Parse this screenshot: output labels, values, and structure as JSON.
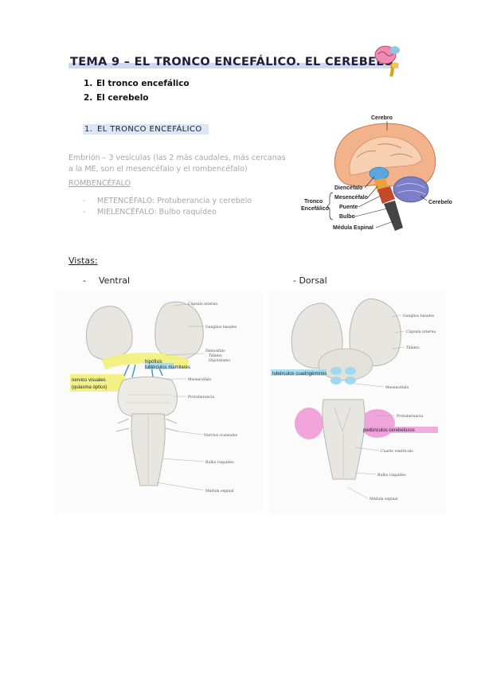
{
  "header": {
    "title": "TEMA 9 – EL TRONCO ENCEFÁLICO. EL CEREBELO."
  },
  "toc": [
    {
      "num": "1.",
      "label": "El tronco encefálico"
    },
    {
      "num": "2.",
      "label": "El cerebelo"
    }
  ],
  "section": {
    "num": "1.",
    "label": "EL TRONCO ENCEFÁLICO"
  },
  "body": {
    "embrion": "Embrión – 3 vesículas (las 2 más caudales, más cercanas a la ME, son el mesencéfalo y el rombencéfalo)",
    "rombencefalo": "ROMBENCÉFALO",
    "items": [
      {
        "dash": "-",
        "text": "METENCÉFALO: Protuberancia y cerebelo"
      },
      {
        "dash": "-",
        "text": "MIELENCÉFALO: Bulbo raquídeo"
      }
    ]
  },
  "brain_figure": {
    "labels": {
      "cerebro": "Cerebro",
      "diencefalo": "Diencéfalo",
      "mesencefalo": "Mesencéfalo",
      "puente": "Puente",
      "bulbo": "Bulbo",
      "medula": "Médula Espinal",
      "tronco": "Tronco",
      "tronco2": "Encefálico",
      "cerebelo": "Cerebelo"
    }
  },
  "views": {
    "heading": "Vistas:",
    "ventral_dash": "-",
    "ventral": "Ventral",
    "dorsal": "- Dorsal"
  },
  "ventral_figure": {
    "capsula": "Cápsula interna",
    "ganglios": "Ganglios basales",
    "diencefalo": "Diencéfalo",
    "talamo": "Tálamo",
    "hipotalamo": "Hipotálamo",
    "hipofisis": "hipófisis",
    "tuberculos": "tubérculos mamilares",
    "nervios_visuales": "nervios visuales",
    "quiasma": "(quiasma óptico)",
    "mesencefalo": "Mesencéfalo",
    "protuberancia": "Protuberancia",
    "nervios_craneales": "Nervios craneales",
    "bulbo": "Bulbo raquídeo",
    "medula": "Médula espinal"
  },
  "dorsal_figure": {
    "ganglios": "Ganglios basales",
    "capsula": "Cápsula interna",
    "talamo": "Tálamo",
    "tuberculos": "tubérculos cuadrigéminos",
    "mesencefalo": "Mesencéfalo",
    "protuberancia": "Protuberancia",
    "pedunculos": "pedúnculos cerebelosos",
    "cuarto": "Cuarto ventrículo",
    "bulbo": "Bulbo raquídeo",
    "medula": "Médula espinal"
  },
  "colors": {
    "highlight_yellow": "#f3ef7a",
    "highlight_blue": "#9fd8ef",
    "highlight_pink": "#ef9fd7",
    "section_bg": "#dce6f7"
  }
}
